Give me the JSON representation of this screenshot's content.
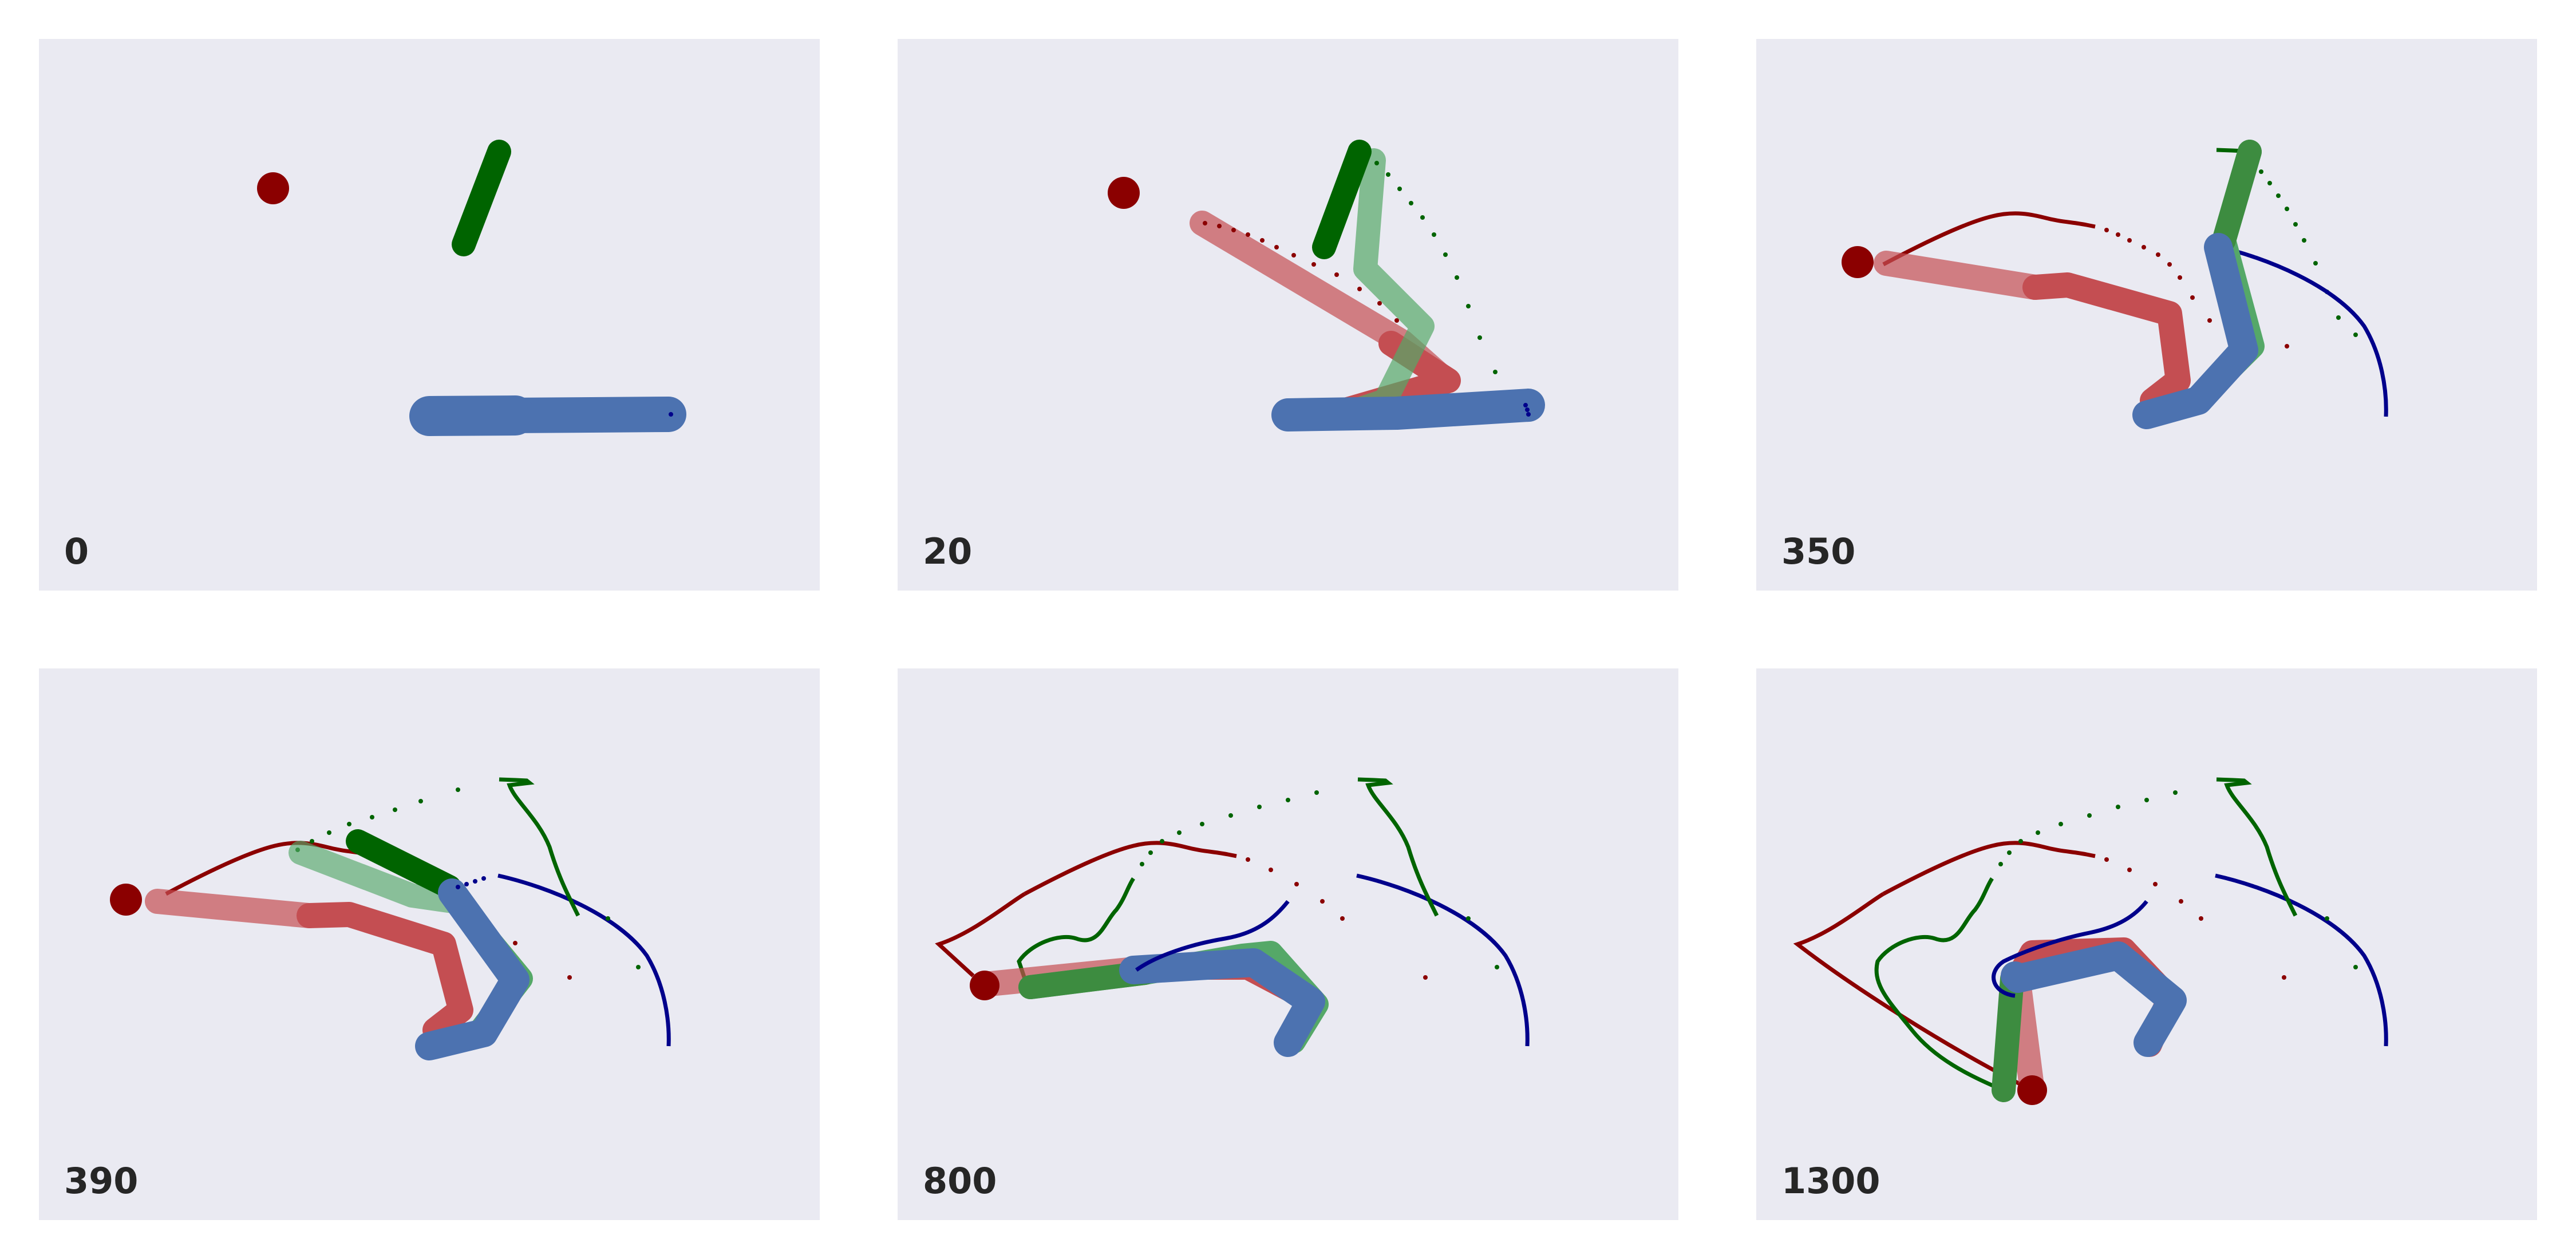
{
  "colors": {
    "background": "#ffffff",
    "panel": "#eaeaf2",
    "label": "#262626",
    "red_link": "#c44e52",
    "red_trace": "#8b0000",
    "green_link": "#55a868",
    "green_dark": "#006400",
    "blue_link": "#4c72b0",
    "blue_trace": "#00008b"
  },
  "panels": [
    {
      "label": "0"
    },
    {
      "label": "20"
    },
    {
      "label": "350"
    },
    {
      "label": "390"
    },
    {
      "label": "800"
    },
    {
      "label": "1300"
    }
  ]
}
